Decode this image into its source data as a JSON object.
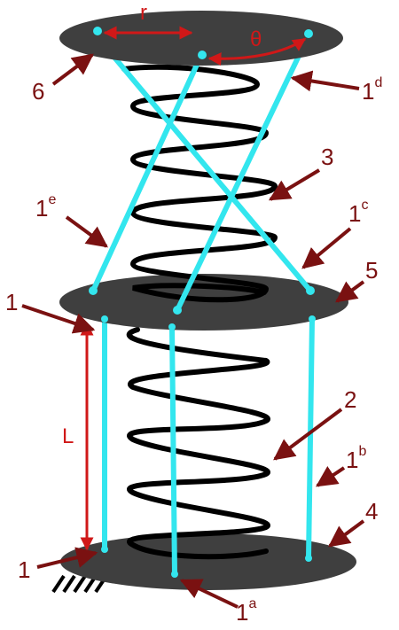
{
  "figure": {
    "colors": {
      "plate": "#3f3f3f",
      "link": "#33e6ee",
      "spring": "#000000",
      "pointer": "#7a1111",
      "dimension": "#d01818",
      "label": "#7a1111"
    },
    "dimension_labels": {
      "radius": "r",
      "angle": "θ",
      "length": "L"
    },
    "callouts": {
      "top_plate": "6",
      "link_d_main": "1",
      "link_d_sup": "d",
      "upper_spring": "3",
      "link_e_main": "1",
      "link_e_sup": "e",
      "link_c_main": "1",
      "link_c_sup": "c",
      "middle_plate": "5",
      "link_left": "1",
      "lower_spring": "2",
      "link_b_main": "1",
      "link_b_sup": "b",
      "bottom_plate": "4",
      "link_bottom_left": "1",
      "link_a_main": "1",
      "link_a_sup": "a"
    },
    "icons": {
      "ground": "ground-hatch-icon"
    }
  }
}
